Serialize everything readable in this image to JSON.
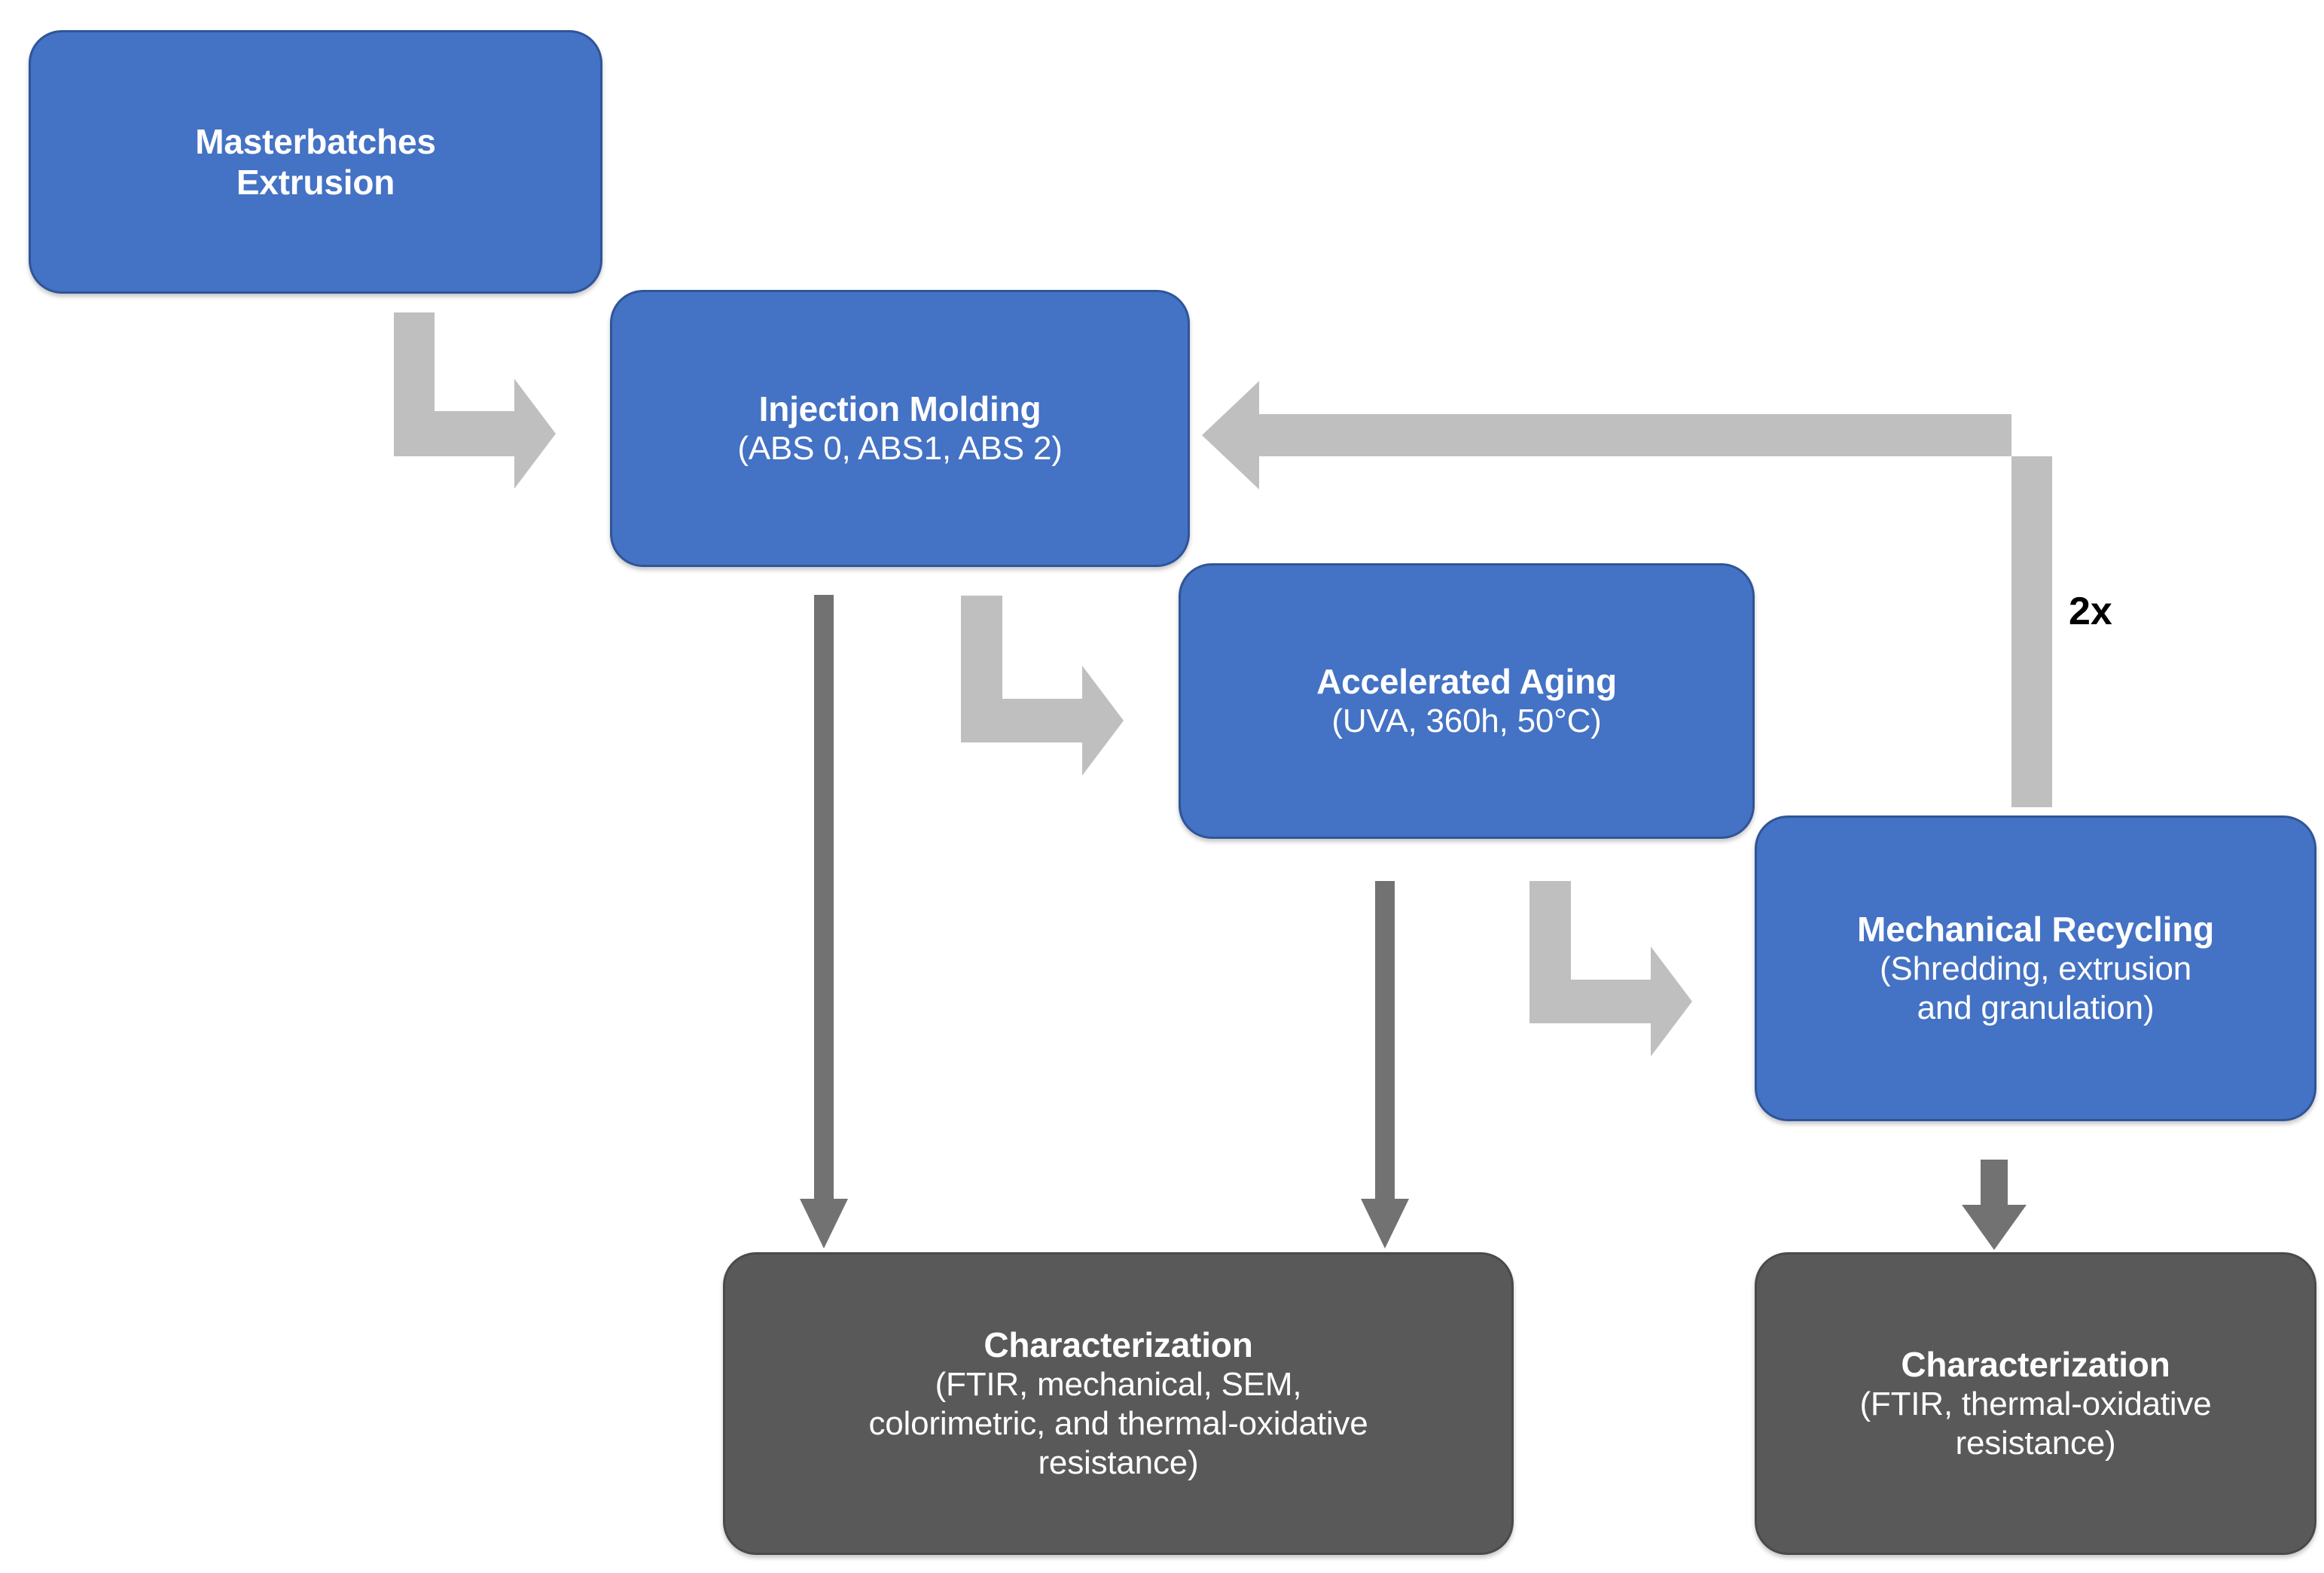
{
  "diagram": {
    "title": "ABS masterbatch processing, aging and recycling flow",
    "colors": {
      "process_blue": "#4472C4",
      "process_blue_border": "#2F5597",
      "characterization_gray": "#595959",
      "elbow_arrow_gray": "#BFBFBF",
      "straight_arrow_gray": "#727272",
      "background": "#FFFFFF",
      "label_text": "#000000",
      "node_text": "#FFFFFF"
    },
    "nodes": [
      {
        "id": "masterbatches-extrusion",
        "kind": "process",
        "title": "Masterbatches\nExtrusion",
        "subtitle": ""
      },
      {
        "id": "injection-molding",
        "kind": "process",
        "title": "Injection Molding",
        "subtitle": "(ABS 0, ABS1, ABS 2)"
      },
      {
        "id": "accelerated-aging",
        "kind": "process",
        "title": "Accelerated Aging",
        "subtitle": "(UVA, 360h, 50°C)"
      },
      {
        "id": "mechanical-recycling",
        "kind": "process",
        "title": "Mechanical Recycling",
        "subtitle": "(Shredding, extrusion\nand granulation)"
      },
      {
        "id": "characterization-left",
        "kind": "characterization",
        "title": "Characterization",
        "subtitle": "(FTIR, mechanical, SEM,\ncolorimetric, and thermal-oxidative\nresistance)"
      },
      {
        "id": "characterization-right",
        "kind": "characterization",
        "title": "Characterization",
        "subtitle": "(FTIR, thermal-oxidative\nresistance)"
      }
    ],
    "edges": [
      {
        "id": "e1",
        "from": "masterbatches-extrusion",
        "to": "injection-molding",
        "style": "elbow-block-arrow",
        "label": ""
      },
      {
        "id": "e2",
        "from": "injection-molding",
        "to": "accelerated-aging",
        "style": "elbow-block-arrow",
        "label": ""
      },
      {
        "id": "e3",
        "from": "accelerated-aging",
        "to": "mechanical-recycling",
        "style": "elbow-block-arrow",
        "label": ""
      },
      {
        "id": "e4",
        "from": "mechanical-recycling",
        "to": "injection-molding",
        "style": "feedback-elbow-arrow",
        "label": "2x"
      },
      {
        "id": "e5",
        "from": "injection-molding",
        "to": "characterization-left",
        "style": "straight-line-arrow",
        "label": ""
      },
      {
        "id": "e6",
        "from": "accelerated-aging",
        "to": "characterization-left",
        "style": "straight-line-arrow",
        "label": ""
      },
      {
        "id": "e7",
        "from": "mechanical-recycling",
        "to": "characterization-right",
        "style": "straight-line-arrow",
        "label": ""
      }
    ],
    "annotations": {
      "recycle_loop_count": "2x"
    }
  }
}
